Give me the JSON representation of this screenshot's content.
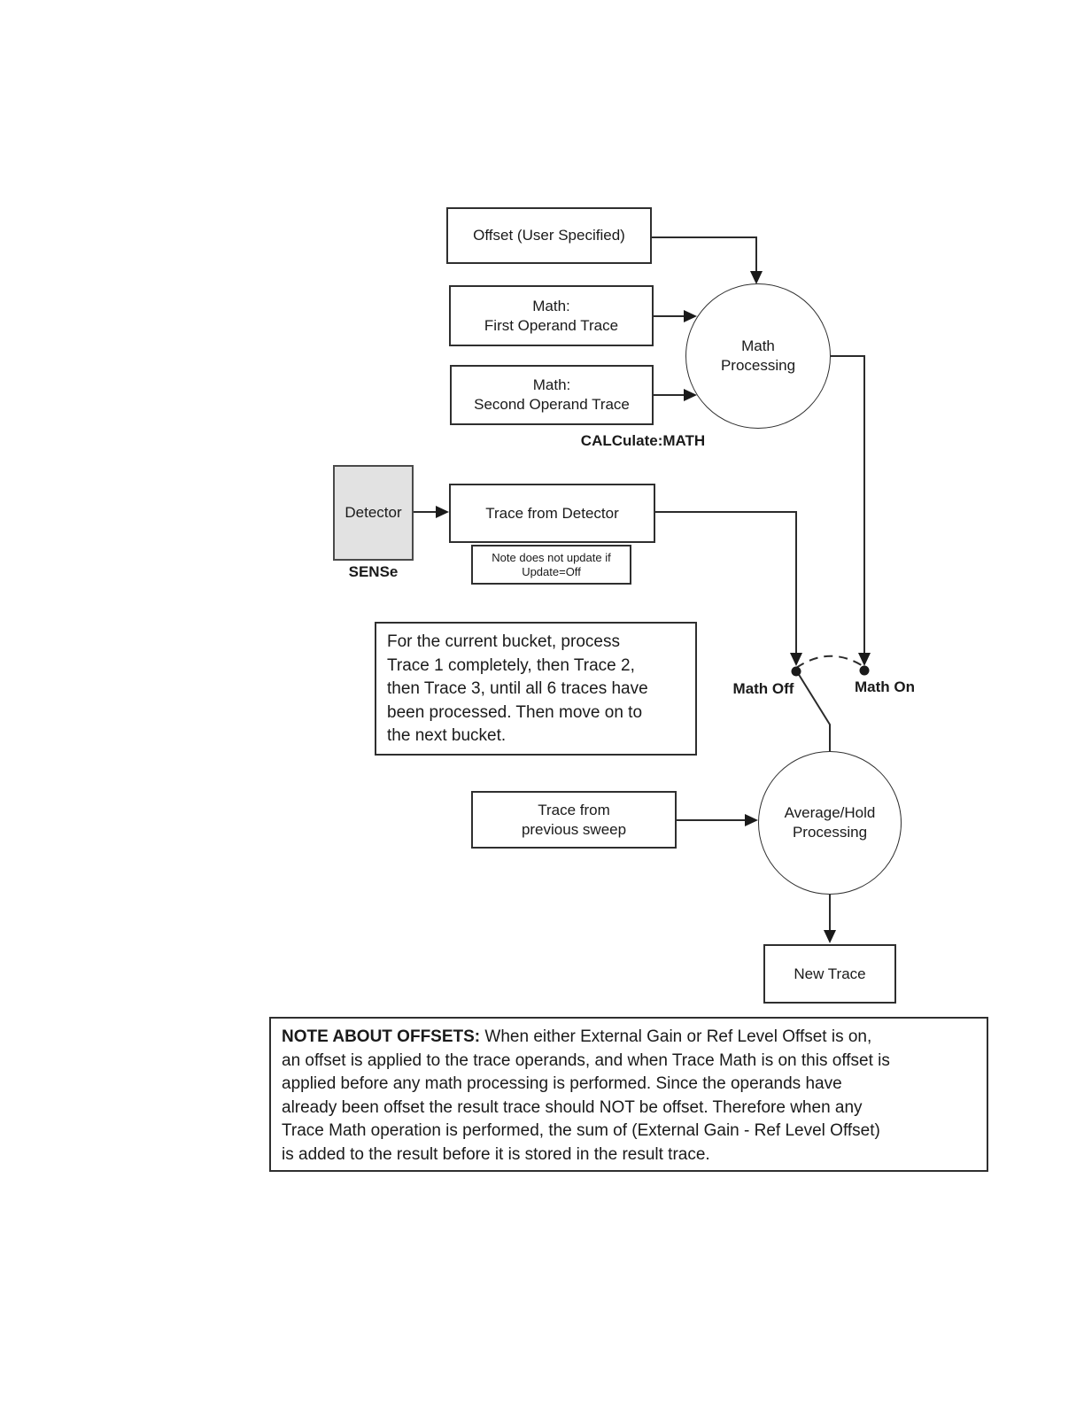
{
  "diagram": {
    "nodes": {
      "offset_box": {
        "label": "Offset (User Specified)"
      },
      "first_operand_box": {
        "line1": "Math:",
        "line2": "First Operand Trace"
      },
      "second_operand_box": {
        "line1": "Math:",
        "line2": "Second Operand Trace"
      },
      "calculate_math_label": "CALCulate:MATH",
      "math_circle": {
        "line1": "Math",
        "line2": "Processing"
      },
      "detector_box": {
        "label": "Detector"
      },
      "sense_label": "SENSe",
      "trace_from_detector_box": {
        "label": "Trace from Detector"
      },
      "update_note_box": {
        "line1": "Note does not update if",
        "line2": "Update=Off"
      },
      "bucket_note_box": {
        "lines": [
          "For the current bucket, process",
          "Trace 1 completely, then Trace 2,",
          "then Trace 3, until all 6 traces have",
          "been processed.  Then move on to",
          "the next bucket."
        ]
      },
      "math_off_label": "Math Off",
      "math_on_label": "Math On",
      "avg_hold_circle": {
        "line1": "Average/Hold",
        "line2": "Processing"
      },
      "prev_sweep_box": {
        "line1": "Trace from",
        "line2": "previous sweep"
      },
      "new_trace_box": {
        "label": "New Trace"
      }
    },
    "offsets_note": {
      "line1_lead": "NOTE ABOUT OFFSETS:",
      "line1_rest": "  When either External Gain or Ref Level Offset is on,",
      "line2": "an offset is applied to the trace operands, and when Trace Math is on this offset is",
      "line3": "applied before any math processing is performed. Since the operands have",
      "line4": "already been offset the result trace should NOT be offset.  Therefore when any",
      "line5": "Trace Math operation is performed, the sum of (External Gain - Ref Level Offset)",
      "line6": "is added to the result before it is stored in the result trace."
    },
    "colors": {
      "line": "#2b2b2b",
      "text": "#1a1a1a",
      "detector_fill": "#e2e2e2",
      "background": "#ffffff"
    }
  }
}
